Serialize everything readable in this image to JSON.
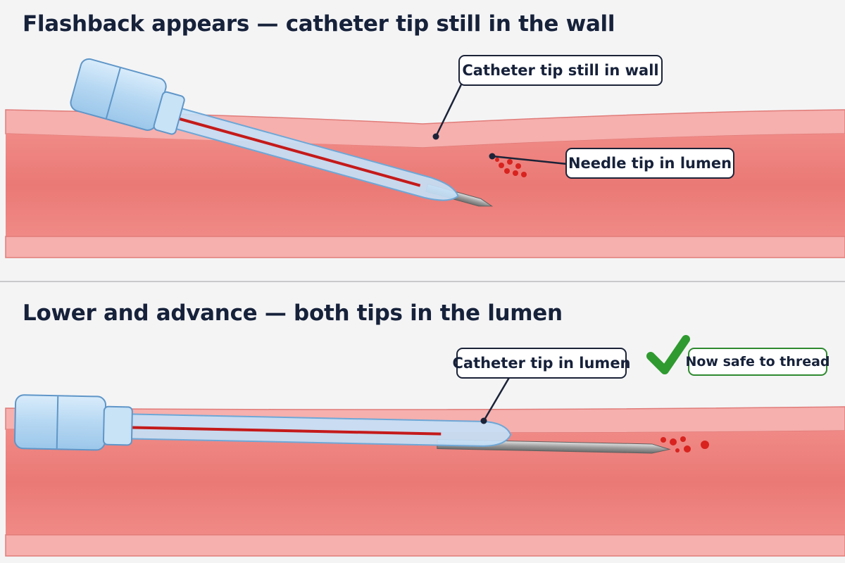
{
  "panels": [
    {
      "title": "Flashback appears — catheter tip still in the wall",
      "callouts": {
        "catheter": "Catheter tip still in wall",
        "needle": "Needle tip in lumen"
      }
    },
    {
      "title": "Lower and advance — both tips in the lumen",
      "callouts": {
        "catheter": "Catheter tip in lumen",
        "safe": "Now safe to thread"
      }
    }
  ],
  "colors": {
    "vessel_wall": "#f5a7a7",
    "vessel_lumen": "#ec7f7c",
    "flashback": "#c41a1a",
    "catheter": "#bfdcf4",
    "callout_border": "#1b2338",
    "success": "#2f8a2f"
  },
  "icons": [
    "check-mark-icon"
  ]
}
